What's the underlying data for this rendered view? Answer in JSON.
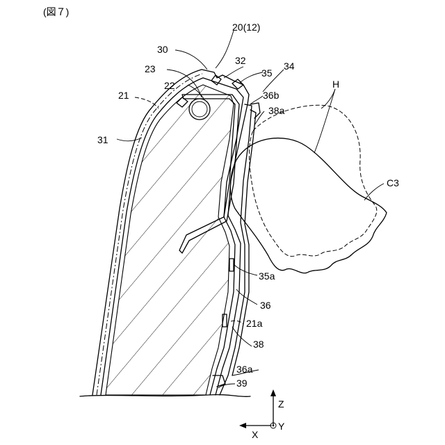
{
  "figure_label": "(図７)",
  "labels": {
    "l_20_12": "20(12)",
    "l_30": "30",
    "l_32": "32",
    "l_35": "35",
    "l_34": "34",
    "l_23": "23",
    "l_22": "22",
    "l_36b": "36b",
    "l_21": "21",
    "l_H": "H",
    "l_38a": "38a",
    "l_31": "31",
    "l_C3": "C3",
    "l_35a": "35a",
    "l_36": "36",
    "l_21a": "21a",
    "l_38": "38",
    "l_36a": "36a",
    "l_39": "39"
  },
  "axes": {
    "z": "Z",
    "x": "X",
    "y": "Y"
  },
  "colors": {
    "ink": "#000000",
    "paper": "#ffffff"
  }
}
